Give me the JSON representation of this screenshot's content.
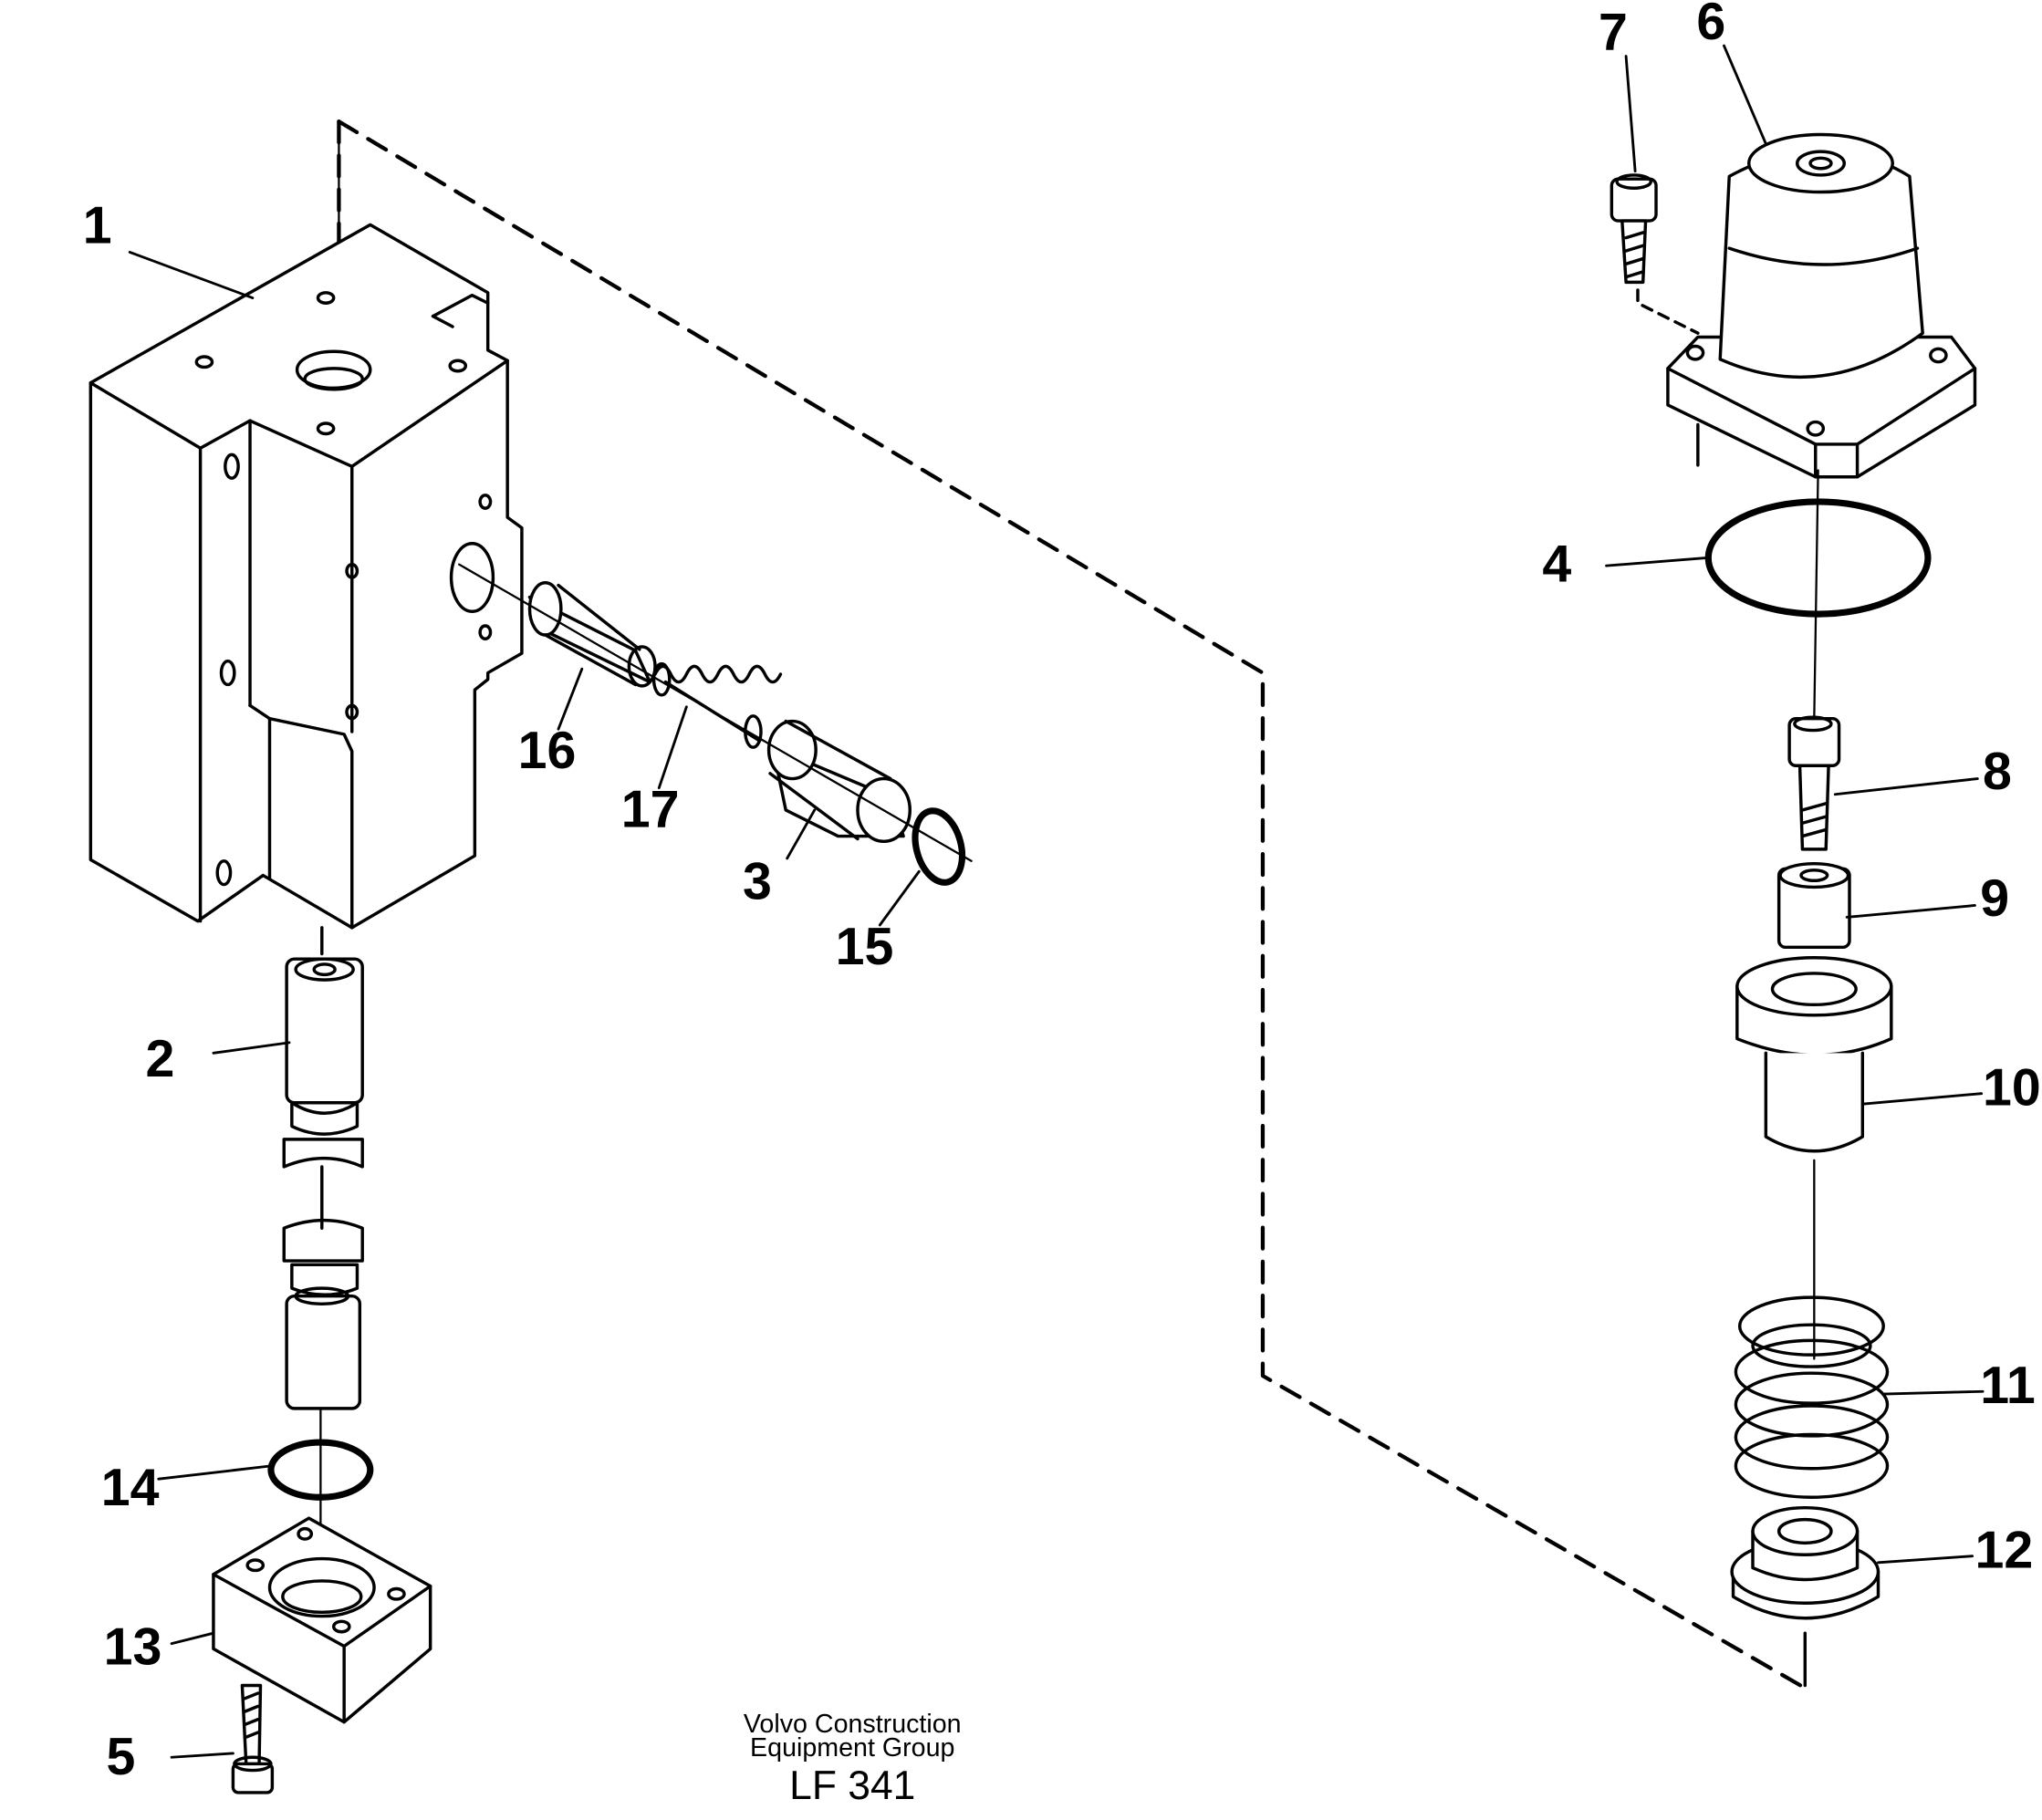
{
  "callouts": {
    "c1": "1",
    "c2": "2",
    "c3": "3",
    "c4": "4",
    "c5": "5",
    "c6": "6",
    "c7": "7",
    "c8": "8",
    "c9": "9",
    "c10": "10",
    "c11": "11",
    "c12": "12",
    "c13": "13",
    "c14": "14",
    "c15": "15",
    "c16": "16",
    "c17": "17"
  },
  "footer": {
    "credit_line1": "Volvo Construction",
    "credit_line2": "Equipment Group",
    "code": "LF 341"
  }
}
